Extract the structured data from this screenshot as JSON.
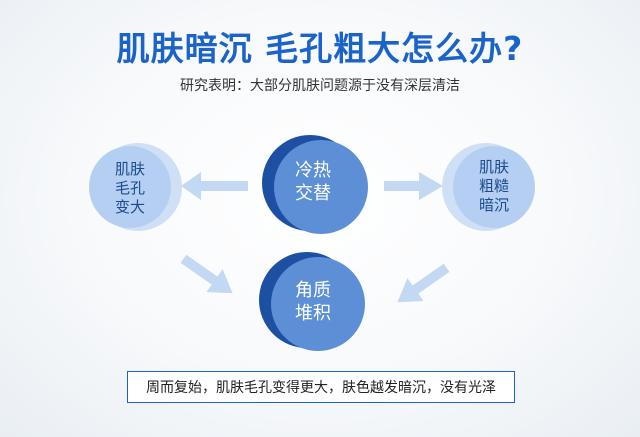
{
  "header": {
    "title": "肌肤暗沉 毛孔粗大怎么办?",
    "subtitle": "研究表明：大部分肌肤问题源于没有深层清洁"
  },
  "nodes": {
    "left": "肌肤\n毛孔\n变大",
    "center": "冷热\n交替",
    "right": "肌肤\n粗糙\n暗沉",
    "bottom": "角质\n堆积"
  },
  "footer": {
    "summary": "周而复始，肌肤毛孔变得更大，肤色越发暗沉，没有光泽"
  },
  "colors": {
    "title": "#1c63c9",
    "light_circle": "#b9d3f3",
    "dark_circle_front": "#5c8fd6",
    "dark_circle_back": "#1d4fa3",
    "arrow": "#c3d8f2"
  }
}
